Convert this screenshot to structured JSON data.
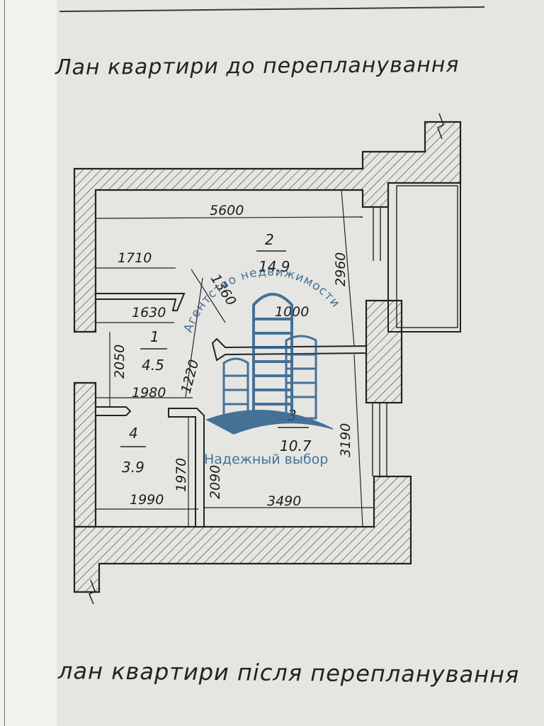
{
  "titles": {
    "before": "Лан квартири до перепланування",
    "after": "лан квартири після перепланування"
  },
  "dimensions": {
    "d5600": "5600",
    "d1710": "1710",
    "d1360": "1360",
    "d1630": "1630",
    "d1000": "1000",
    "d2960": "2960",
    "d2050": "2050",
    "d1220": "1220",
    "d1980": "1980",
    "d1970": "1970",
    "d2090": "2090",
    "d1990": "1990",
    "d3490": "3490",
    "d3190": "3190"
  },
  "rooms": [
    {
      "number": "1",
      "area": "4.5"
    },
    {
      "number": "2",
      "area": "14.9"
    },
    {
      "number": "3",
      "area": "10.7"
    },
    {
      "number": "4",
      "area": "3.9"
    }
  ],
  "watermark": {
    "arc_text": "Агентство недвижимости",
    "slogan": "Надежный выбор",
    "color": "#2a5d8a"
  },
  "colors": {
    "paper": "#e5e6e2",
    "ink": "#1c1c1c"
  }
}
